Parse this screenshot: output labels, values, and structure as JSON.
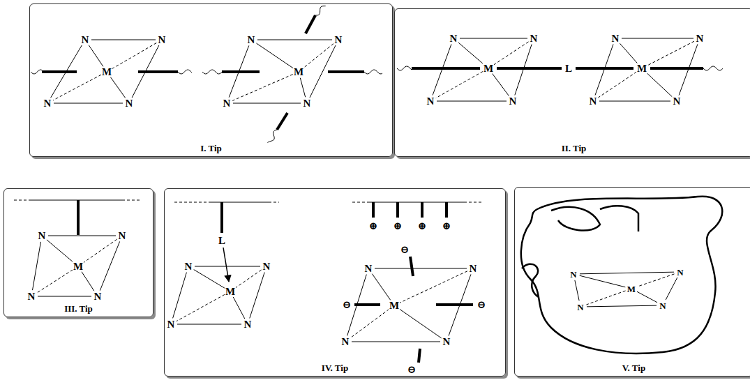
{
  "diagram": {
    "nodes": [
      {
        "text": [
          "I. Tip"
        ]
      },
      {
        "text": [
          "II. Tip"
        ]
      },
      {
        "text": [
          "III. Tip"
        ]
      },
      {
        "text": [
          "IV. Tip"
        ]
      },
      {
        "text": [
          "V. Tip"
        ]
      }
    ],
    "labels": [
      "N",
      "N",
      "M",
      "N",
      "N",
      "N",
      "N",
      "M",
      "N",
      "N",
      "N",
      "N",
      "M",
      "L",
      "N",
      "N",
      "M",
      "N",
      "N",
      "N",
      "N",
      "N",
      "N",
      "M",
      "N",
      "N",
      "L",
      "N",
      "N",
      "M",
      "N",
      "N",
      "⊕",
      "⊕",
      "⊕",
      "⊕",
      "N",
      "N",
      "⊖",
      "⊖",
      "M",
      "⊖",
      "N",
      "N",
      "⊖",
      "N",
      "N",
      "M",
      "N",
      "N"
    ]
  }
}
